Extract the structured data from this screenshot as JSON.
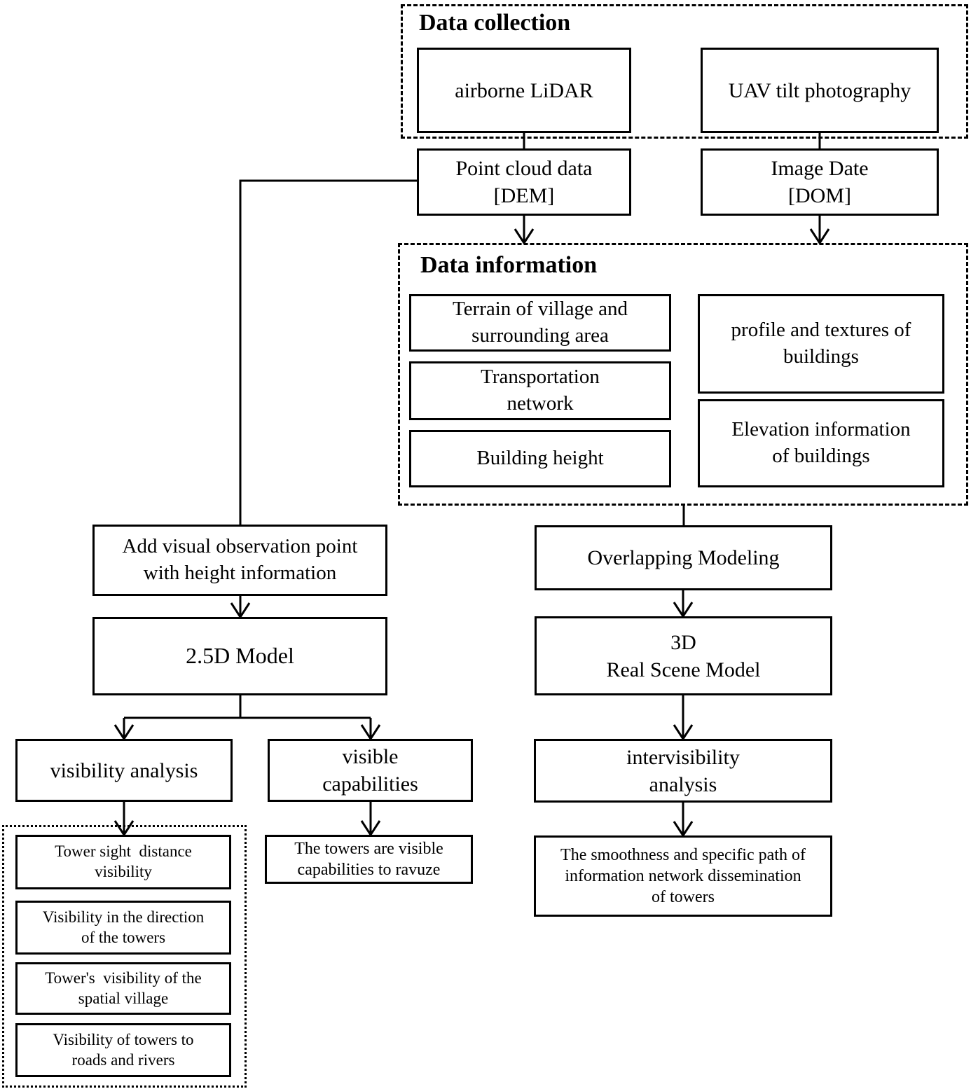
{
  "colors": {
    "ink": "#000000",
    "background": "#ffffff"
  },
  "diagram": {
    "data_collection": {
      "title": "Data collection",
      "airborne_lidar": "airborne LiDAR",
      "uav_tilt_photography": "UAV tilt photography"
    },
    "outputs": {
      "point_cloud": "Point cloud data\n[DEM]",
      "image_date": "Image Date\n[DOM]"
    },
    "data_information": {
      "title": "Data information",
      "terrain": "Terrain of village and\nsurrounding area",
      "transportation": "Transportation\nnetwork",
      "building_height": "Building height",
      "profile_textures": "profile and textures of\nbuildings",
      "elevation": "Elevation information\nof buildings"
    },
    "left_branch": {
      "add_visual_point": "Add visual observation point\nwith height information",
      "model_2_5d": "2.5D Model",
      "visibility_analysis": "visibility analysis",
      "visible_capabilities": "visible\ncapabilities",
      "visibility_outputs": {
        "tower_sight": "Tower sight  distance\nvisibility",
        "direction": "Visibility in the direction\nof the towers",
        "spatial_village": "Tower's  visibility of the\nspatial village",
        "roads_rivers": "Visibility of towers to\nroads and rivers"
      },
      "capability_output": "The towers are visible\ncapabilities to ravuze"
    },
    "right_branch": {
      "overlapping_modeling": "Overlapping Modeling",
      "real_scene_model": "3D\nReal Scene Model",
      "intervisibility_analysis": "intervisibility\nanalysis",
      "intervisibility_output": "The smoothness and specific path of\ninformation network dissemination\nof towers"
    }
  }
}
